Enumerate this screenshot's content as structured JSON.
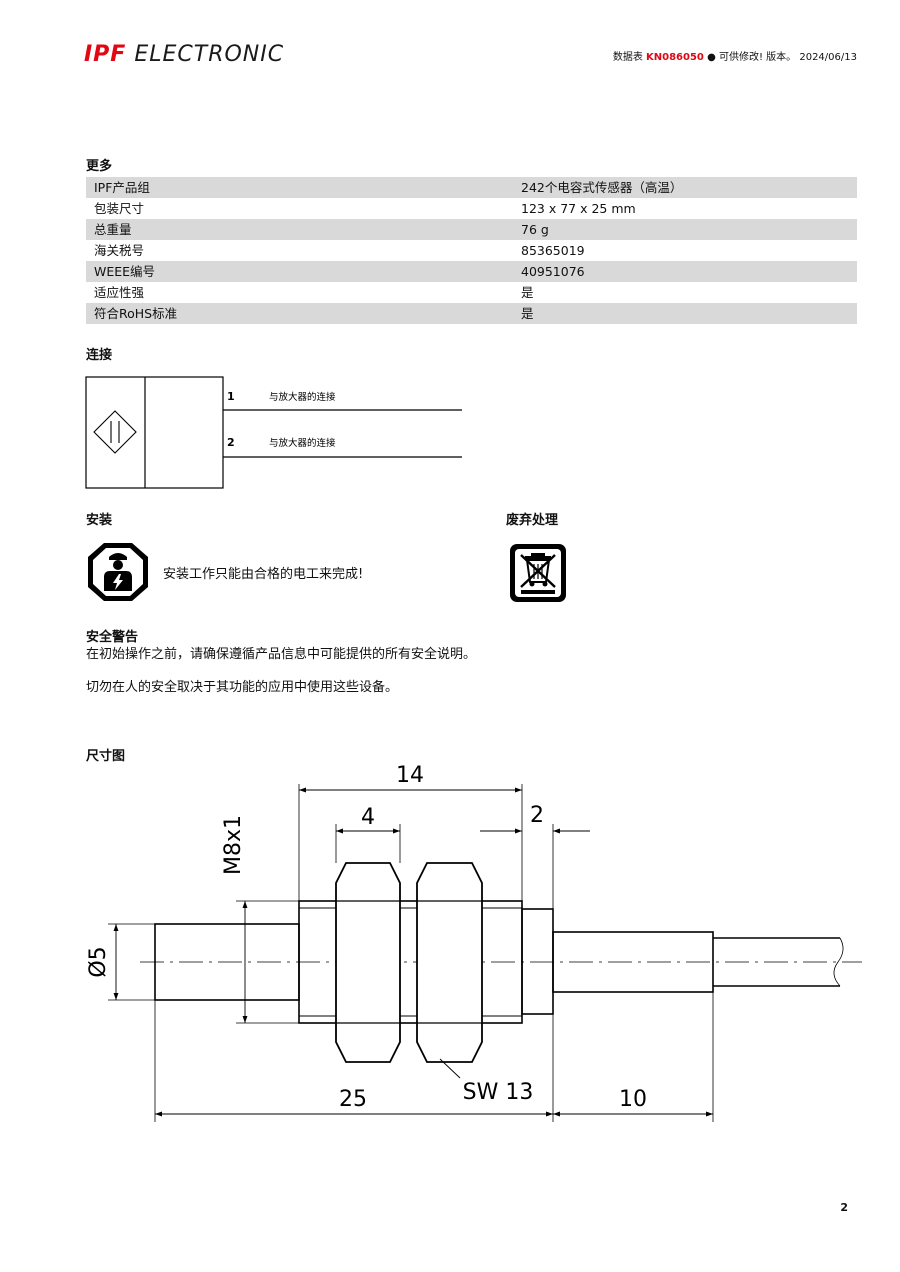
{
  "header": {
    "logo_brand": "IPF",
    "logo_text": "ELECTRONIC",
    "doc_label": "数据表",
    "doc_code": "KN086050",
    "doc_suffix": "● 可供修改! 版本。 2024/06/13"
  },
  "more": {
    "title": "更多",
    "rows": [
      {
        "label": "IPF产品组",
        "value": "242个电容式传感器（高温）"
      },
      {
        "label": "包装尺寸",
        "value": "123 x 77 x 25 mm"
      },
      {
        "label": "总重量",
        "value": "76 g"
      },
      {
        "label": "海关税号",
        "value": "85365019"
      },
      {
        "label": "WEEE编号",
        "value": "40951076"
      },
      {
        "label": "适应性强",
        "value": "是"
      },
      {
        "label": "符合RoHS标准",
        "value": "是"
      }
    ]
  },
  "connection": {
    "title": "连接",
    "wires": [
      {
        "number": "1",
        "label": "与放大器的连接"
      },
      {
        "number": "2",
        "label": "与放大器的连接"
      }
    ]
  },
  "installation": {
    "title": "安装",
    "text": "安装工作只能由合格的电工来完成!"
  },
  "disposal": {
    "title": "废弃处理"
  },
  "safety": {
    "title": "安全警告",
    "line1": "在初始操作之前，请确保遵循产品信息中可能提供的所有安全说明。",
    "line2": "切勿在人的安全取决于其功能的应用中使用这些设备。"
  },
  "dimension": {
    "title": "尺寸图",
    "labels": {
      "d14": "14",
      "d4": "4",
      "d2": "2",
      "thread": "M8x1",
      "diameter": "Ø5",
      "d25": "25",
      "wrench": "SW 13",
      "d10": "10"
    }
  },
  "footer": {
    "page": "2"
  }
}
